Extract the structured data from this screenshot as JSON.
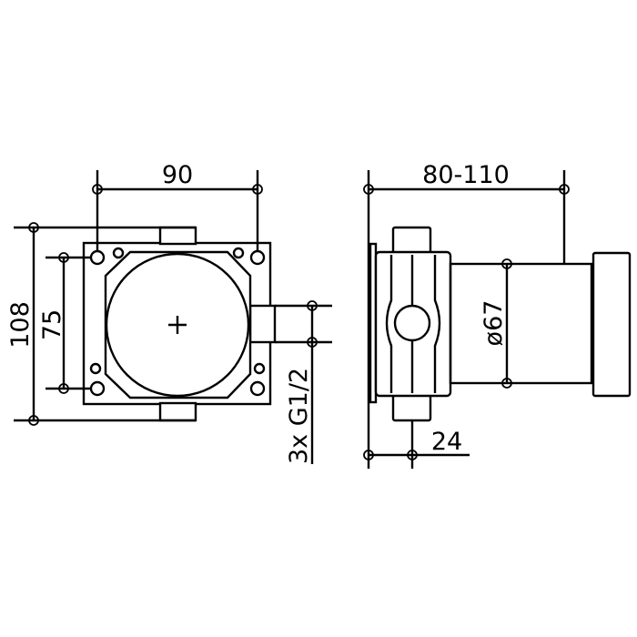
{
  "front_view": {
    "width_dim": "90",
    "height_outer_dim": "108",
    "height_inner_dim": "75",
    "connection_dim": "3x G1/2"
  },
  "side_view": {
    "depth_dim": "80-110",
    "diameter_dim": "ø67",
    "offset_dim": "24"
  },
  "colors": {
    "line": "#000000",
    "background": "#ffffff"
  }
}
